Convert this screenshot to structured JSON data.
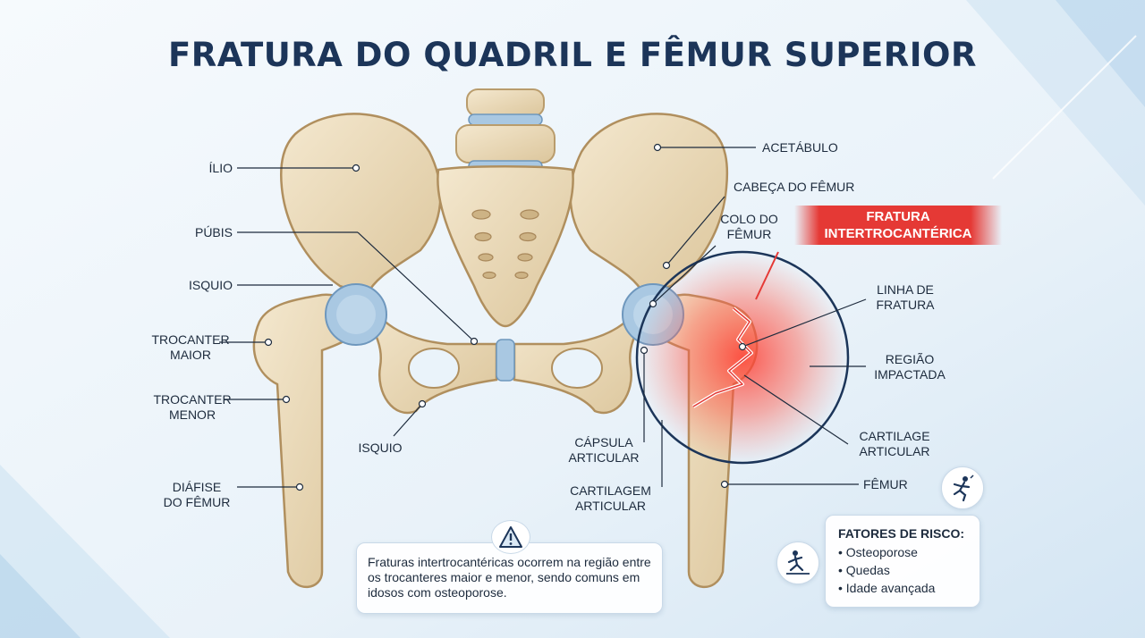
{
  "title": "FRATURA DO QUADRIL E FÊMUR SUPERIOR",
  "labels": {
    "ilio": "ÍLIO",
    "pubis": "PÚBIS",
    "isquio_left": "ISQUIO",
    "trocanter_maior": "TROCANTER\nMAIOR",
    "trocanter_menor": "TROCANTER\nMENOR",
    "isquio_center": "ISQUIO",
    "diafise": "DIÁFISE\nDO FÊMUR",
    "acetabulo": "ACETÁBULO",
    "cabeca": "CABEÇA DO FÊMUR",
    "colo": "COLO DO\nFÊMUR",
    "linha": "LINHA DE\nFRATURA",
    "regiao": "REGIÃO\nIMPACTADA",
    "cartilage": "CARTILAGE\nARTICULAR",
    "capsula": "CÁPSULA\nARTICULAR",
    "cartilagem": "CARTILAGEM\nARTICULAR",
    "femur": "FÊMUR"
  },
  "fracture_badge": "FRATURA\nINTERTROCANTÉRICA",
  "note": "Fraturas intertrocantéricas ocorrem na região entre os trocanteres maior e menor, sendo comuns em idosos com osteoporose.",
  "risk": {
    "heading": "FATORES DE RISCO:",
    "items": [
      "Osteoporose",
      "Quedas",
      "Idade avançada"
    ]
  },
  "icons": {
    "warning": "warning-icon",
    "fall": "falling-person-icon",
    "slip": "slipping-person-icon"
  },
  "colors": {
    "title": "#1c3559",
    "bone": "#ead9b7",
    "cartilage": "#a9c8e2",
    "fracture": "#e53935"
  }
}
